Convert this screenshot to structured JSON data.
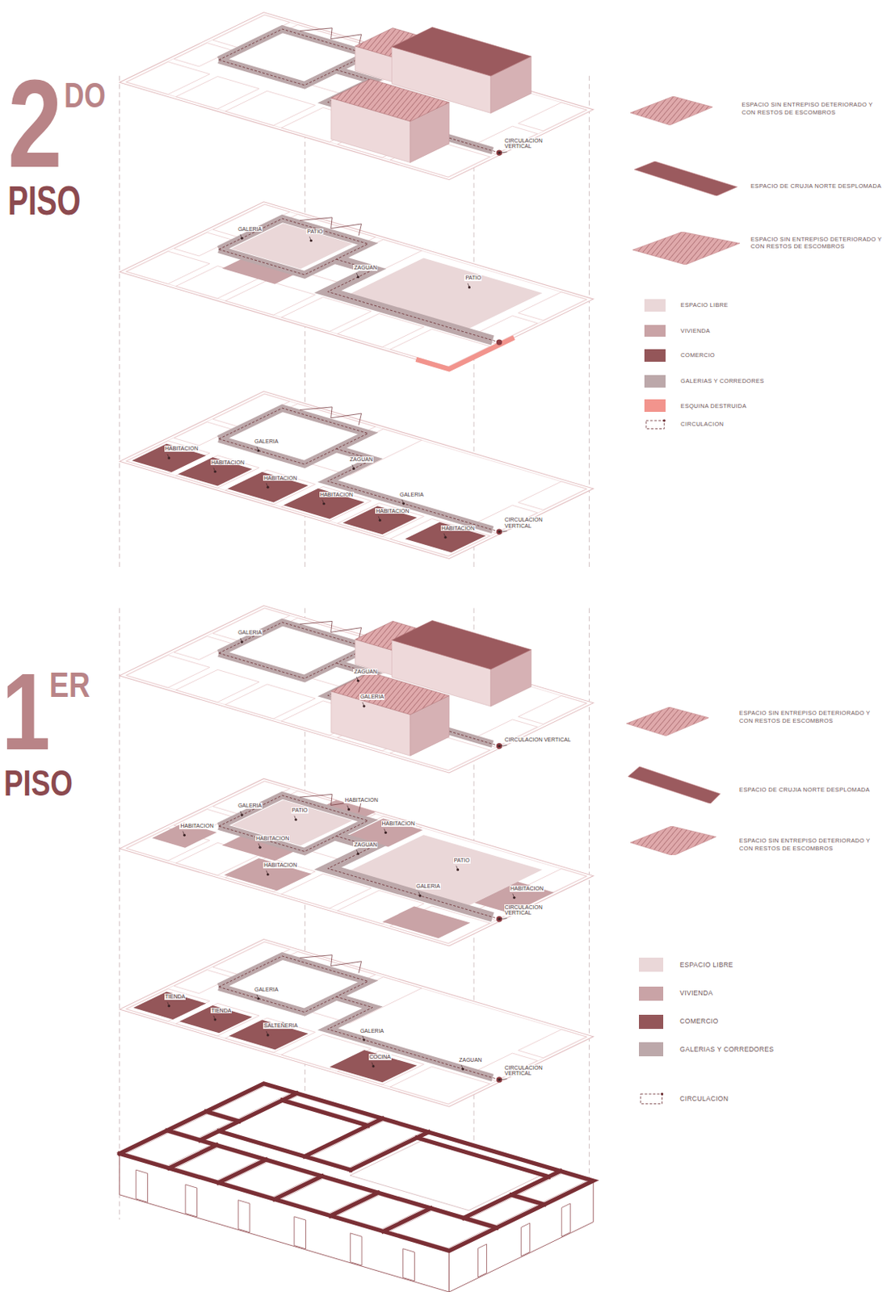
{
  "diagram": {
    "labels": [
      "2",
      "DO",
      "PISO",
      "CIRCULACION VERTICAL",
      "PATIO",
      "GALERIA",
      "ZAGUAN",
      "PATIO",
      "HABITACION",
      "GALERIA",
      "HABITACION",
      "HABITACION",
      "ZAGUAN",
      "GALERIA",
      "HABITACION",
      "HABITACION",
      "CIRCULACION VERTICAL",
      "HABITACION",
      "1",
      "ER",
      "PISO",
      "GALERIA",
      "ZAGUAN",
      "GALERIA",
      "CIRCULACION VERTICAL",
      "HABITACION",
      "HABITACION",
      "PATIO",
      "GALERIA",
      "ZAGUAN",
      "HABITACION",
      "CIRCULACION VERTICAL",
      "PATIO",
      "HABITACION",
      "HABITACION",
      "GALERIA",
      "HABITACION",
      "TIENDA",
      "TIENDA",
      "GALERIA",
      "SALTEÑERIA",
      "GALERIA",
      "CIRCULACION VERTICAL",
      "COCINA",
      "ZAGUAN"
    ],
    "legend": [
      {
        "text": "ESPACIO SIN ENTREPISO DETERIORADO Y CON RESTOS DE ESCOMBROS"
      },
      {
        "text": "ESPACIO DE CRUJIA NORTE DESPLOMADA",
        "color": "#9b5a5e"
      },
      {
        "text": "ESPACIO SIN ENTREPISO DETERIORADO Y CON RESTOS DE ESCOMBROS"
      },
      {
        "text": "ESPACIO LIBRE",
        "color": "#ead7d8"
      },
      {
        "text": "VIVIENDA",
        "color": "#c9a3a6"
      },
      {
        "text": "COMERCIO",
        "color": "#945659"
      },
      {
        "text": "GALERIAS Y CORREDORES",
        "color": "#bca8aa"
      },
      {
        "text": "ESQUINA DESTRUIDA",
        "color": "#f2948d"
      },
      {
        "text": "CIRCULACION"
      },
      {
        "text": "ESPACIO SIN ENTREPISO DETERIORADO Y CON RESTOS DE ESCOMBROS"
      },
      {
        "text": "ESPACIO DE CRUJIA NORTE DESPLOMADA",
        "color": "#9b5a5e"
      },
      {
        "text": "ESPACIO SIN ENTREPISO DETERIORADO Y CON RESTOS DE ESCOMBROS"
      },
      {
        "text": "ESPACIO LIBRE",
        "color": "#ead7d8"
      },
      {
        "text": "VIVIENDA",
        "color": "#c9a3a6"
      },
      {
        "text": "COMERCIO",
        "color": "#945659"
      },
      {
        "text": "GALERIAS Y CORREDORES",
        "color": "#bca8aa"
      },
      {
        "text": "CIRCULACION"
      }
    ]
  }
}
